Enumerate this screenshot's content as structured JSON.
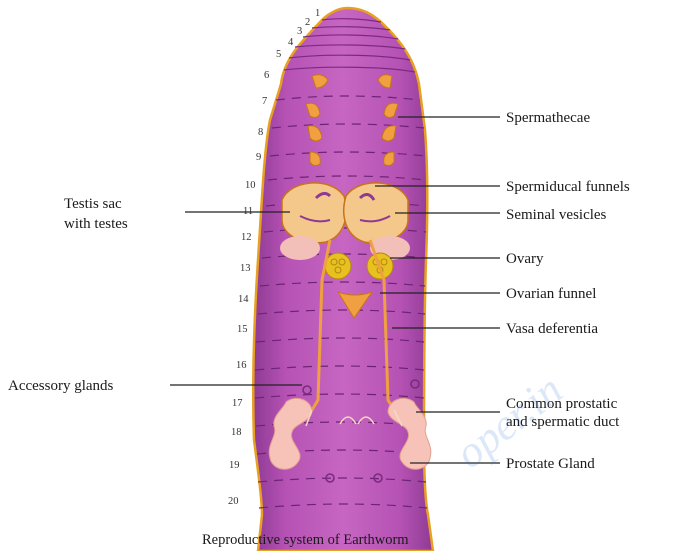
{
  "diagram": {
    "caption": "Reproductive system of Earthworm",
    "watermark": "oper.in",
    "segment_numbers": [
      "1",
      "2",
      "3",
      "4",
      "5",
      "6",
      "7",
      "8",
      "9",
      "10",
      "11",
      "12",
      "13",
      "14",
      "15",
      "16",
      "17",
      "18",
      "19",
      "20"
    ],
    "labels": {
      "spermathecae": "Spermathecae",
      "spermiducal_funnels": "Spermiducal funnels",
      "seminal_vesicles": "Seminal vesicles",
      "ovary": "Ovary",
      "ovarian_funnel": "Ovarian funnel",
      "vasa_deferentia": "Vasa deferentia",
      "common_prostatic_line1": "Common prostatic",
      "common_prostatic_line2": "and spermatic duct",
      "prostate_gland": "Prostate Gland",
      "testis_sac_line1": "Testis sac",
      "testis_sac_line2": "with testes",
      "accessory_glands": "Accessory glands"
    },
    "colors": {
      "body": "#b552b4",
      "body_dark": "#7b2a82",
      "body_outline": "#e8a020",
      "organ_orange": "#f0a040",
      "prostate": "#f7c2b8",
      "ovary": "#e8c020",
      "watermark": "#2f6fd8"
    }
  }
}
